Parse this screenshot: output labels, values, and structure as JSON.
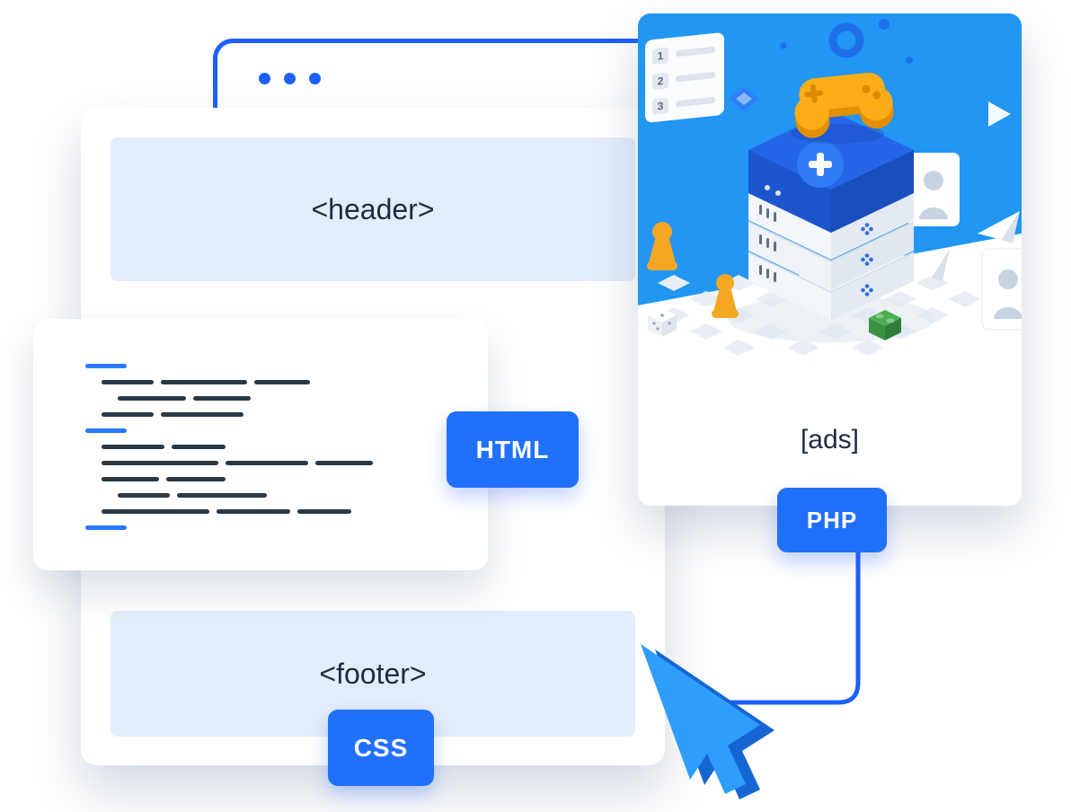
{
  "colors": {
    "accent_blue": "#1D5FFF",
    "badge_blue": "#2170FB",
    "block_blue": "#E4EDFB",
    "text_dark": "#1F2B42",
    "sky_blue": "#2196F3",
    "code_blue": "#2979FF",
    "code_dark": "#2B3945",
    "orange": "#F5A623"
  },
  "browser_window": {
    "header_label": "<header>",
    "footer_label": "<footer>",
    "window_dots": 3
  },
  "badges": {
    "html": "HTML",
    "css": "CSS",
    "php": "PHP"
  },
  "ads_panel": {
    "label": "[ads]",
    "list_numbers": [
      "1",
      "2",
      "3"
    ]
  },
  "code_snippet": {
    "lines": [
      {
        "indent": 0,
        "color": "blue",
        "segments": [
          46
        ]
      },
      {
        "indent": 1,
        "color": "dark",
        "segments": [
          58,
          96,
          62
        ]
      },
      {
        "indent": 2,
        "color": "dark",
        "segments": [
          76,
          64
        ]
      },
      {
        "indent": 1,
        "color": "dark",
        "segments": [
          58,
          92
        ]
      },
      {
        "indent": 0,
        "color": "blue",
        "segments": [
          46
        ]
      },
      {
        "indent": 1,
        "color": "dark",
        "segments": [
          70,
          60
        ]
      },
      {
        "indent": 1,
        "color": "dark",
        "segments": [
          130,
          92,
          64
        ]
      },
      {
        "indent": 1,
        "color": "dark",
        "segments": [
          64,
          66
        ]
      },
      {
        "indent": 2,
        "color": "dark",
        "segments": [
          58,
          100
        ]
      },
      {
        "indent": 1,
        "color": "dark",
        "segments": [
          120,
          82,
          60
        ]
      },
      {
        "indent": 0,
        "color": "blue",
        "segments": [
          46
        ]
      }
    ]
  }
}
